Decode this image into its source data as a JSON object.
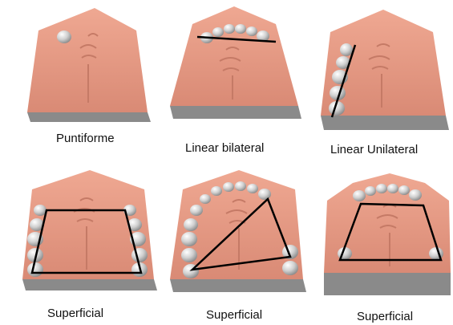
{
  "panels": [
    {
      "label": "Puntiforme",
      "support": "point"
    },
    {
      "label": "Linear bilateral",
      "support": "transverse line"
    },
    {
      "label": "Linear Unilateral",
      "support": "unilateral line"
    },
    {
      "label": "Superficial",
      "support": "quadrilateral"
    },
    {
      "label": "Superficial",
      "support": "triangle"
    },
    {
      "label": "Superficial",
      "support": "quadrilateral"
    }
  ],
  "colors": {
    "cast": "#e59a84",
    "cast_shadow": "#c57a66",
    "base": "#8a8a8a",
    "tooth": "#d9d9d9",
    "support_line": "#000000"
  }
}
